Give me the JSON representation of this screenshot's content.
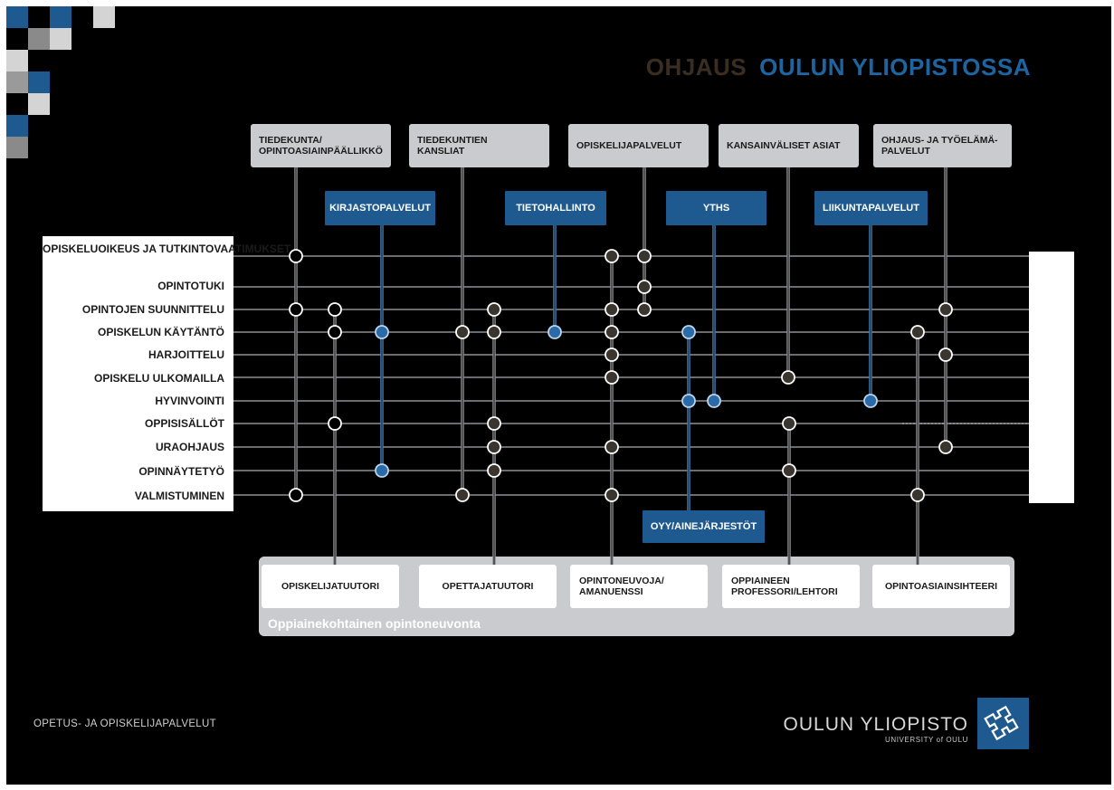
{
  "title": {
    "part1": "OHJAUS",
    "part2": "OULUN YLIOPISTOSSA"
  },
  "colors": {
    "background": "#000000",
    "accent_blue": "#1e5a8f",
    "title_blue": "#1e64a0",
    "grey_box": "#c9cbce",
    "line_grey": "#8d8f92",
    "line_blue": "#3f7fb8"
  },
  "top_services": [
    {
      "label": "TIEDEKUNTA/\nOPINTOASIAINPÄÄLLIKKÖ"
    },
    {
      "label": "TIEDEKUNTIEN\nKANSLIAT"
    },
    {
      "label": "OPISKELIJAPALVELUT"
    },
    {
      "label": "KANSAINVÄLISET ASIAT"
    },
    {
      "label": "OHJAUS- JA TYÖELÄMÄ-\nPALVELUT"
    }
  ],
  "blue_services": [
    {
      "label": "KIRJASTOPALVELUT"
    },
    {
      "label": "TIETOHALLINTO"
    },
    {
      "label": "YTHS"
    },
    {
      "label": "LIIKUNTAPALVELUT"
    },
    {
      "label": "OYY/AINEJÄRJESTÖT"
    }
  ],
  "topics": [
    "OPISKELUOIKEUS\nJA TUTKINTOVAATIMUKSET",
    "OPINTOTUKI",
    "OPINTOJEN SUUNNITTELU",
    "OPISKELUN KÄYTÄNTÖ",
    "HARJOITTELU",
    "OPISKELU ULKOMAILLA",
    "HYVINVOINTI",
    "OPPISISÄLLÖT",
    "URAOHJAUS",
    "OPINNÄYTETYÖ",
    "VALMISTUMINEN"
  ],
  "advisors": {
    "caption": "Oppiainekohtainen opintoneuvonta",
    "items": [
      {
        "label": "OPISKELIJATUUTORI"
      },
      {
        "label": "OPETTAJATUUTORI"
      },
      {
        "label": "OPINTONEUVOJA/\nAMANUENSSI"
      },
      {
        "label": "OPPIAINEEN\nPROFESSORI/LEHTORI"
      },
      {
        "label": "OPINTOASIAINSIHTEERI"
      }
    ]
  },
  "connections": [
    {
      "provider": "TIEDEKUNTA/OPINTOASIAINPÄÄLLIKKÖ",
      "topics": [
        0,
        2,
        10
      ]
    },
    {
      "provider": "OPISKELIJATUUTORI",
      "topics": [
        2,
        3,
        7
      ]
    },
    {
      "provider": "KIRJASTOPALVELUT",
      "topics": [
        3,
        9
      ]
    },
    {
      "provider": "TIEDEKUNTIEN KANSLIAT",
      "topics": [
        3,
        10
      ]
    },
    {
      "provider": "OPETTAJATUUTORI",
      "topics": [
        2,
        3,
        7,
        8,
        9
      ]
    },
    {
      "provider": "TIETOHALLINTO",
      "topics": [
        3
      ]
    },
    {
      "provider": "OPINTONEUVOJA/AMANUENSSI",
      "topics": [
        0,
        2,
        3,
        4,
        5,
        8,
        10
      ]
    },
    {
      "provider": "OPISKELIJAPALVELUT",
      "topics": [
        0,
        1,
        2
      ]
    },
    {
      "provider": "OYY/AINEJÄRJESTÖT",
      "topics": [
        3,
        6
      ]
    },
    {
      "provider": "YTHS",
      "topics": [
        6
      ]
    },
    {
      "provider": "KANSAINVÄLISET ASIAT",
      "topics": [
        5
      ]
    },
    {
      "provider": "OPPIAINEEN PROFESSORI/LEHTORI",
      "topics": [
        7,
        9
      ]
    },
    {
      "provider": "LIIKUNTAPALVELUT",
      "topics": [
        6
      ]
    },
    {
      "provider": "OPINTOASIAINSIHTEERI",
      "topics": [
        3,
        10
      ]
    },
    {
      "provider": "OHJAUS- JA TYÖELÄMÄPALVELUT",
      "topics": [
        2,
        4,
        8
      ]
    }
  ],
  "footer": {
    "left": "OPETUS- JA OPISKELIJAPALVELUT",
    "logo_name": "OULUN YLIOPISTO",
    "logo_sub": "UNIVERSITY of OULU"
  }
}
